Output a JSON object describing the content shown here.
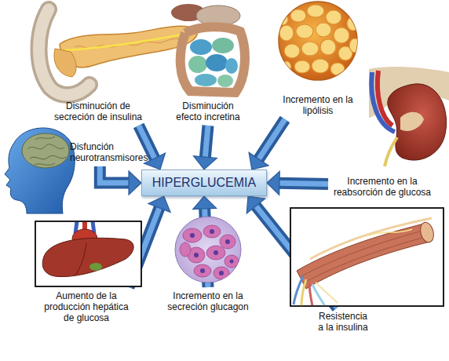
{
  "diagram": {
    "nodes": [
      {
        "text": [
          "Disminución de secreción de insulina"
        ]
      },
      {
        "text": [
          "Disminución efecto incretina"
        ]
      },
      {
        "text": [
          "Incremento en la lipólisis"
        ]
      },
      {
        "text": [
          "Disfunción neurotransmisores"
        ]
      },
      {
        "text": [
          "HIPERGLUCEMIA"
        ]
      },
      {
        "text": [
          "Incremento en la reabsorción de glucosa"
        ]
      },
      {
        "text": [
          "Aumento de la producción hepática de glucosa"
        ]
      },
      {
        "text": [
          "Incremento en la secreción glucagon"
        ]
      },
      {
        "text": [
          "Resistencia a la insulina"
        ]
      }
    ],
    "edges": [
      {
        "from": 0,
        "to": 4,
        "arrow": "to"
      },
      {
        "from": 1,
        "to": 4,
        "arrow": "to"
      },
      {
        "from": 2,
        "to": 4,
        "arrow": "to"
      },
      {
        "from": 3,
        "to": 4,
        "arrow": "to"
      },
      {
        "from": 5,
        "to": 4,
        "arrow": "to"
      },
      {
        "from": 6,
        "to": 4,
        "arrow": "to"
      },
      {
        "from": 7,
        "to": 4,
        "arrow": "to"
      },
      {
        "from": 8,
        "to": 4,
        "arrow": "to"
      }
    ]
  }
}
